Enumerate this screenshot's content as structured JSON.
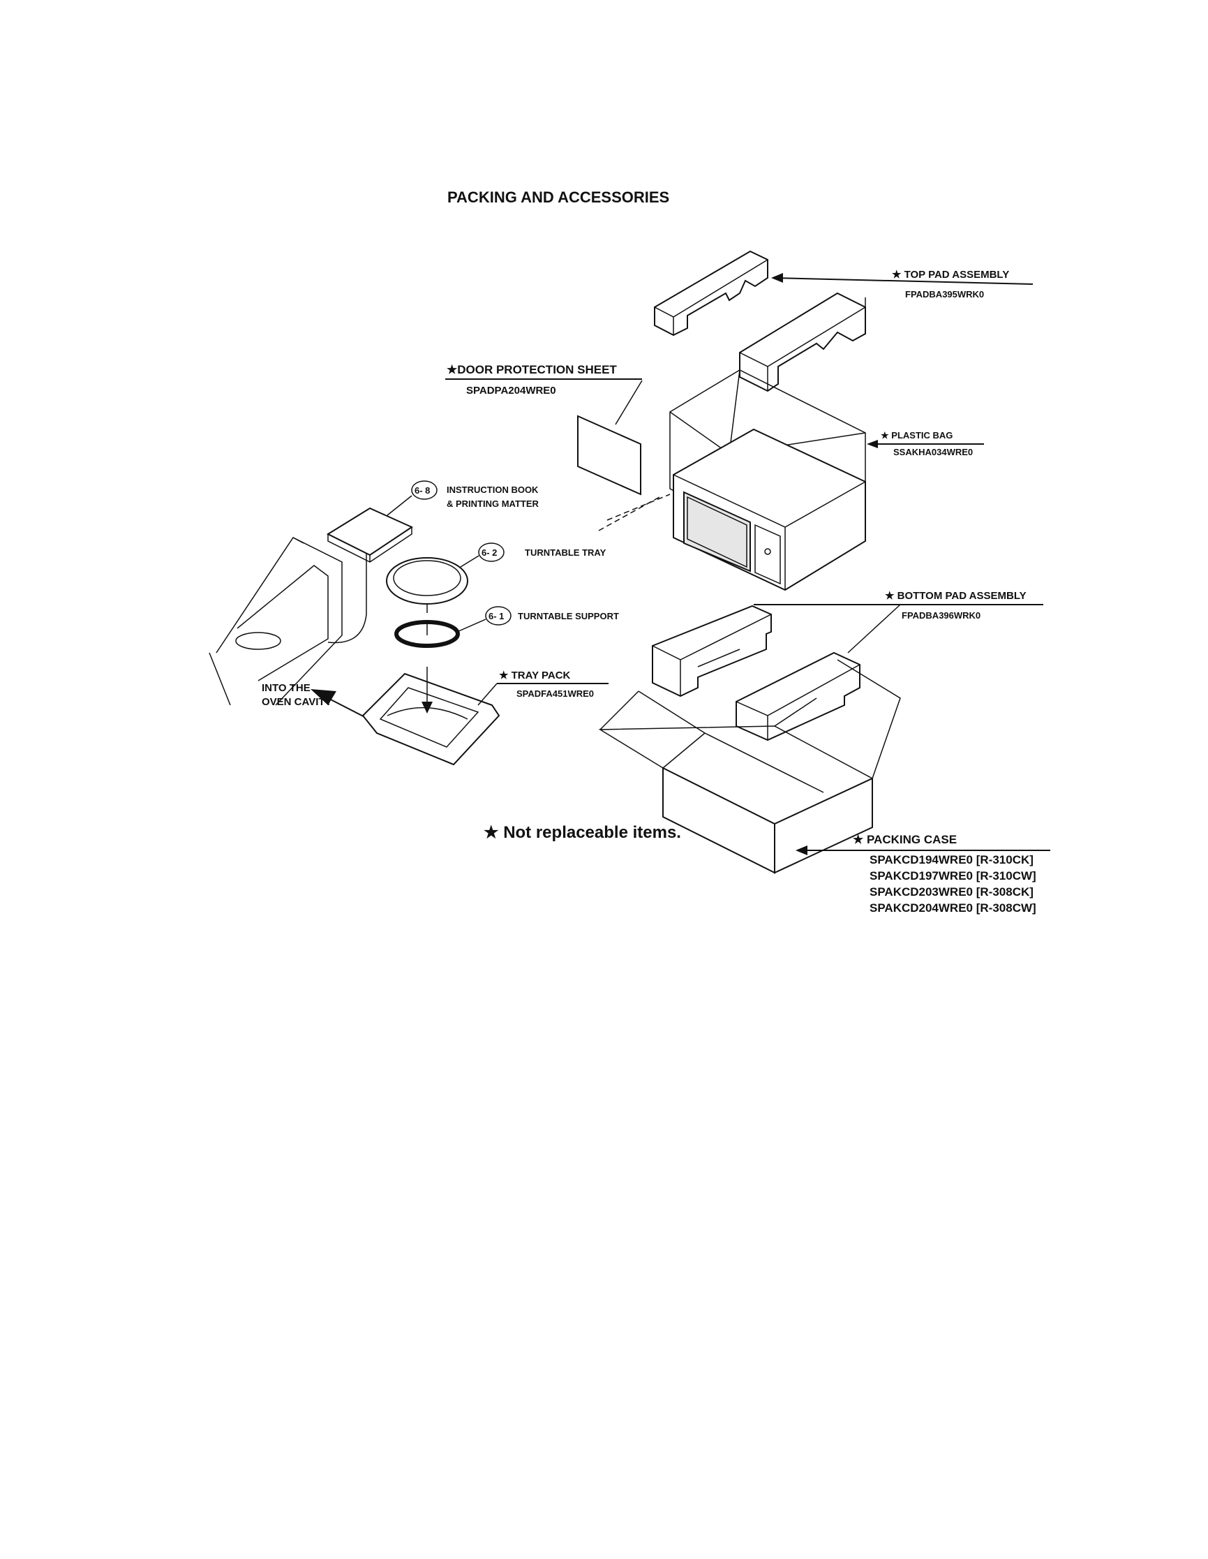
{
  "title": "PACKING AND ACCESSORIES",
  "star": "★",
  "parts": {
    "top_pad": {
      "name": "TOP PAD ASSEMBLY",
      "code": "FPADBA395WRK0"
    },
    "door_sheet": {
      "name": "DOOR PROTECTION SHEET",
      "code": "SPADPA204WRE0"
    },
    "plastic_bag": {
      "name": "PLASTIC BAG",
      "code": "SSAKHA034WRE0"
    },
    "instruction_book": {
      "ref": "6- 8",
      "name_line1": "INSTRUCTION BOOK",
      "name_line2": "& PRINTING MATTER"
    },
    "turntable_tray": {
      "ref": "6- 2",
      "name": "TURNTABLE TRAY"
    },
    "turntable_support": {
      "ref": "6- 1",
      "name": "TURNTABLE SUPPORT"
    },
    "bottom_pad": {
      "name": "BOTTOM PAD ASSEMBLY",
      "code": "FPADBA396WRK0"
    },
    "tray_pack": {
      "name": "TRAY PACK",
      "code": "SPADFA451WRE0"
    },
    "packing_case": {
      "name": "PACKING CASE",
      "codes": [
        "SPAKCD194WRE0 [R-310CK]",
        "SPAKCD197WRE0 [R-310CW]",
        "SPAKCD203WRE0 [R-308CK]",
        "SPAKCD204WRE0 [R-308CW]"
      ]
    }
  },
  "into_cavity_line1": "INTO THE",
  "into_cavity_line2": "OVEN CAVITY",
  "footnote": "Not replaceable items."
}
